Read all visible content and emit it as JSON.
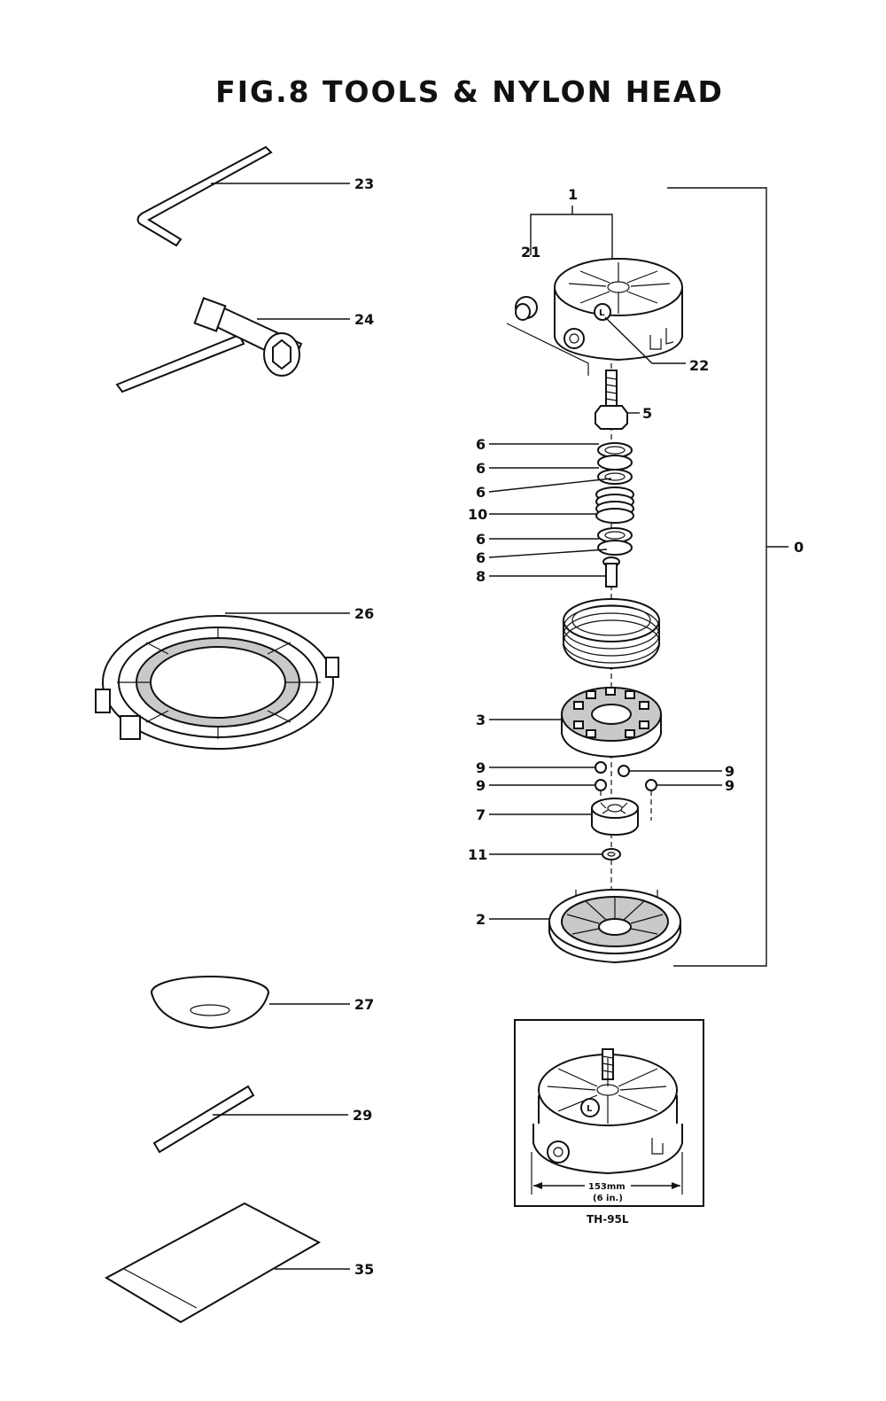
{
  "title": "FIG.8   TOOLS & NYLON HEAD",
  "callouts": {
    "c23": "23",
    "c24": "24",
    "c26": "26",
    "c27": "27",
    "c29": "29",
    "c35": "35",
    "c1": "1",
    "c21": "21",
    "c22": "22",
    "c5": "5",
    "c6a": "6",
    "c6b": "6",
    "c6c": "6",
    "c10": "10",
    "c6d": "6",
    "c6e": "6",
    "c8": "8",
    "c0": "0",
    "c3": "3",
    "c9a": "9",
    "c9b": "9",
    "c9c": "9",
    "c9d": "9",
    "c7": "7",
    "c11": "11",
    "c2": "2"
  },
  "inset": {
    "dim_mm": "153mm",
    "dim_in": "(6 in.)",
    "model": "TH-95L",
    "marking": "L"
  },
  "head_marking": "L"
}
